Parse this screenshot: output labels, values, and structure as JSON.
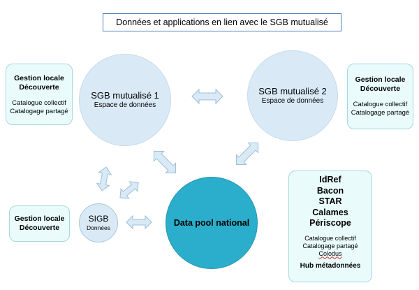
{
  "title": "Données et applications en lien avec le SGB mutualisé",
  "left_top_box": {
    "line1": "Gestion locale",
    "line2": "Découverte",
    "line3": "Catalogue collectif",
    "line4": "Catalogage partagé"
  },
  "right_top_box": {
    "line1": "Gestion locale",
    "line2": "Découverte",
    "line3": "Catalogue collectif",
    "line4": "Catalogage partagé"
  },
  "left_bottom_box": {
    "line1": "Gestion locale",
    "line2": "Découverte"
  },
  "sgb1": {
    "title": "SGB mutualisé 1",
    "subtitle": "Espace de données"
  },
  "sgb2": {
    "title": "SGB mutualisé 2",
    "subtitle": "Espace de données"
  },
  "sigb": {
    "title": "SIGB",
    "subtitle": "Données"
  },
  "data_pool": {
    "title": "Data pool national"
  },
  "national_apps": {
    "apps": [
      "IdRef",
      "Bacon",
      "STAR",
      "Calames",
      "Périscope"
    ],
    "services": [
      "Catalogue collectif",
      "Catalogage partagé",
      "Colodus"
    ],
    "hub": "Hub métadonnées"
  },
  "colors": {
    "circle_fill": "#d9eaf6",
    "data_pool_fill": "#2baecb",
    "box_fill": "#e9fbfb",
    "title_border": "#4a7fb8"
  },
  "icons": [
    "double-arrow-icon"
  ]
}
